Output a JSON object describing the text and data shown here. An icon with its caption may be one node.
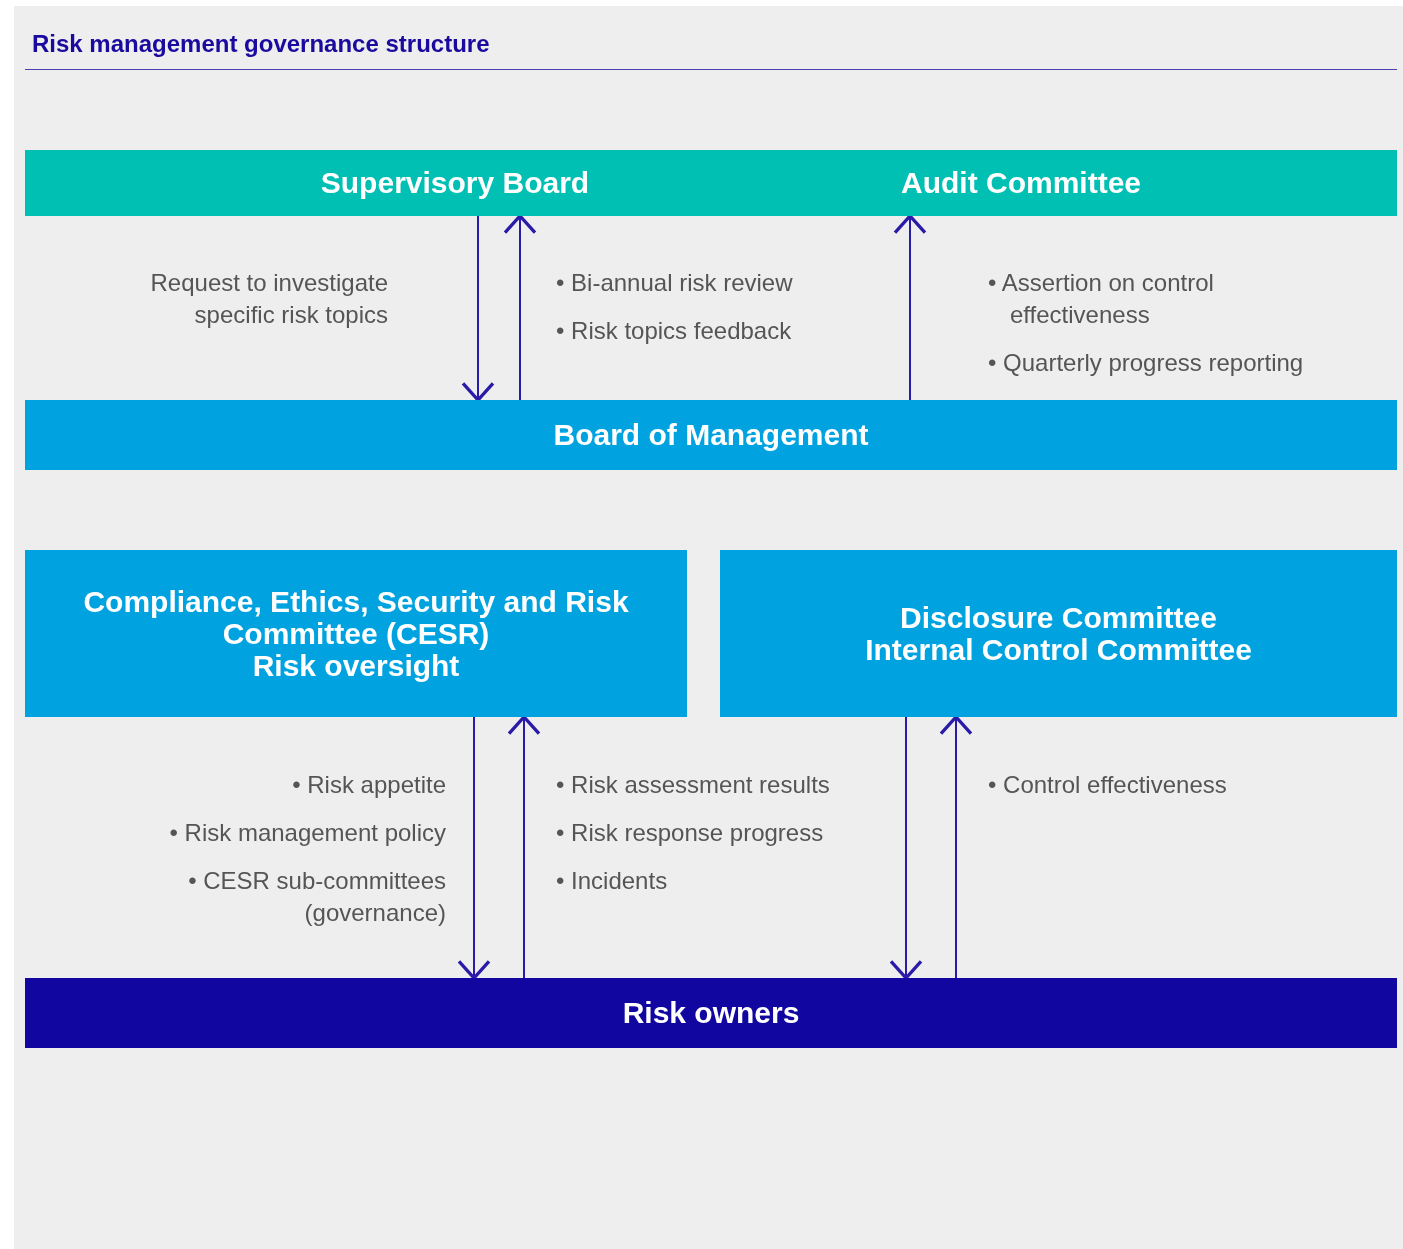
{
  "diagram": {
    "title": "Risk management governance structure",
    "nodes": [
      {
        "text": [
          "Supervisory Board"
        ]
      },
      {
        "text": [
          "Audit Committee"
        ]
      },
      {
        "text": [
          "Board of Management"
        ]
      },
      {
        "text": [
          "Compliance, Ethics, Security and Risk Committee (CESR)",
          "Risk oversight"
        ]
      },
      {
        "text": [
          "Disclosure Committee",
          "Internal Control Committee"
        ]
      },
      {
        "text": [
          "Risk owners"
        ]
      }
    ],
    "edges": [
      {
        "from": 0,
        "to": 2,
        "arrow": "to"
      },
      {
        "from": 2,
        "to": 0,
        "arrow": "to"
      },
      {
        "from": 2,
        "to": 1,
        "arrow": "to"
      },
      {
        "from": 3,
        "to": 5,
        "arrow": "to"
      },
      {
        "from": 5,
        "to": 3,
        "arrow": "to"
      },
      {
        "from": 4,
        "to": 5,
        "arrow": "to"
      },
      {
        "from": 5,
        "to": 4,
        "arrow": "to"
      }
    ],
    "labels": [
      "Request to investigate specific risk topics",
      "• Bi-annual risk review",
      "• Risk topics feedback",
      "• Assertion on control effectiveness",
      "• Quarterly progress reporting",
      "• Risk appetite",
      "• Risk management policy",
      "• CESR sub-committees (governance)",
      "• Risk assessment results",
      "• Risk response progress",
      "• Incidents",
      "• Control effectiveness"
    ]
  }
}
